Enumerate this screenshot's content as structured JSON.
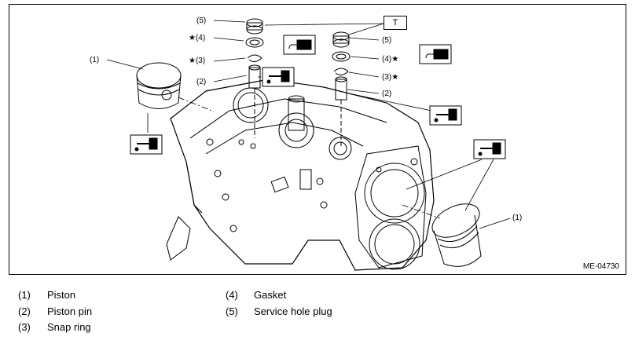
{
  "figure": {
    "code": "ME-04730",
    "callouts": {
      "piston_left": "(1)",
      "piston_right": "(1)",
      "pin_left": "(2)",
      "pin_right": "(2)",
      "snap_left": "★(3)",
      "snap_right": "(3)★",
      "gasket_left": "★(4)",
      "gasket_right": "(4)★",
      "plug_left": "(5)",
      "plug_right": "(5)",
      "torque": "T"
    }
  },
  "legend": [
    {
      "num": "(1)",
      "text": "Piston"
    },
    {
      "num": "(2)",
      "text": "Piston pin"
    },
    {
      "num": "(3)",
      "text": "Snap ring"
    },
    {
      "num": "(4)",
      "text": "Gasket"
    },
    {
      "num": "(5)",
      "text": "Service hole plug"
    }
  ]
}
